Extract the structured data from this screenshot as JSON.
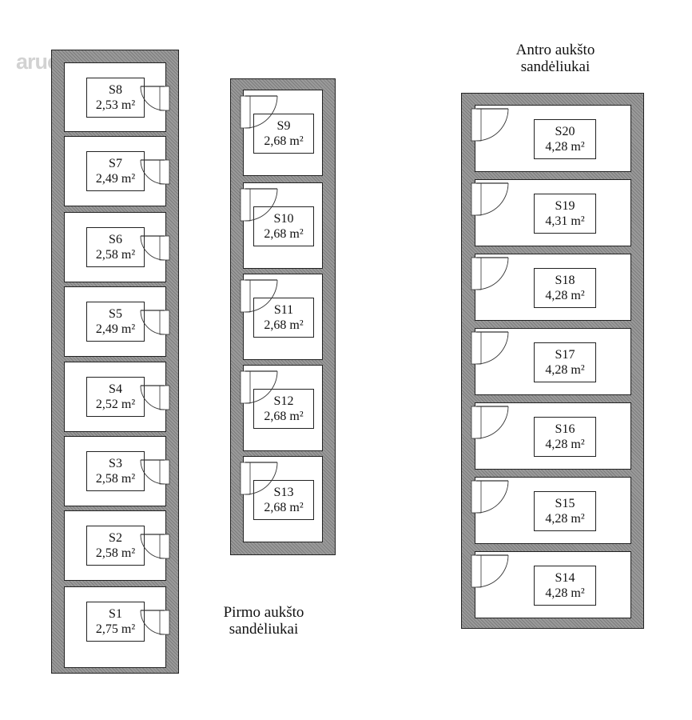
{
  "watermark": "aruodas.lt",
  "first_floor": {
    "title_line1": "Pirmo aukšto",
    "title_line2": "sandėliukai",
    "units": [
      {
        "name": "S8",
        "area": "2,53 m²"
      },
      {
        "name": "S7",
        "area": "2,49 m²"
      },
      {
        "name": "S6",
        "area": "2,58 m²"
      },
      {
        "name": "S5",
        "area": "2,49 m²"
      },
      {
        "name": "S4",
        "area": "2,52 m²"
      },
      {
        "name": "S3",
        "area": "2,58 m²"
      },
      {
        "name": "S2",
        "area": "2,58 m²"
      },
      {
        "name": "S1",
        "area": "2,75 m²"
      }
    ]
  },
  "first_floor_middle": {
    "units": [
      {
        "name": "S9",
        "area": "2,68 m²"
      },
      {
        "name": "S10",
        "area": "2,68 m²"
      },
      {
        "name": "S11",
        "area": "2,68 m²"
      },
      {
        "name": "S12",
        "area": "2,68 m²"
      },
      {
        "name": "S13",
        "area": "2,68 m²"
      }
    ]
  },
  "second_floor": {
    "title_line1": "Antro aukšto",
    "title_line2": "sandėliukai",
    "units": [
      {
        "name": "S20",
        "area": "4,28 m²"
      },
      {
        "name": "S19",
        "area": "4,31 m²"
      },
      {
        "name": "S18",
        "area": "4,28 m²"
      },
      {
        "name": "S17",
        "area": "4,28 m²"
      },
      {
        "name": "S16",
        "area": "4,28 m²"
      },
      {
        "name": "S15",
        "area": "4,28 m²"
      },
      {
        "name": "S14",
        "area": "4,28 m²"
      }
    ]
  }
}
